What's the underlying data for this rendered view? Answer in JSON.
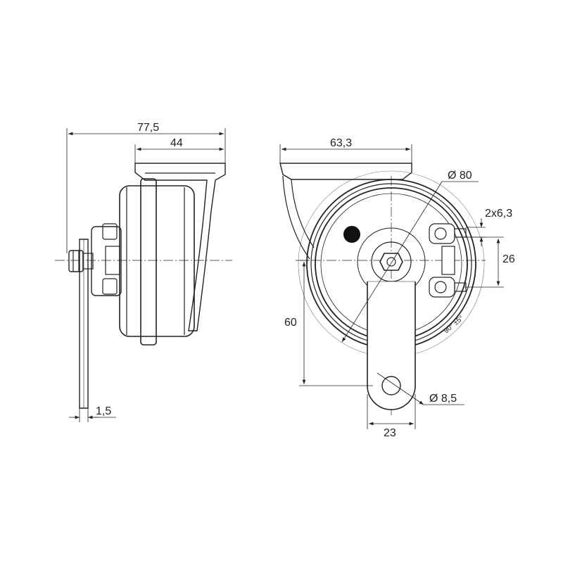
{
  "side_view": {
    "dim_overall_depth": "77,5",
    "dim_bracket_depth": "44",
    "dim_plate_thickness": "1,5"
  },
  "front_view": {
    "dim_bracket_width": "63,3",
    "dim_diameter": "Ø 80",
    "dim_terminals": "2x6,3",
    "dim_terminal_spacing": "26",
    "dim_mount_height": "60",
    "dim_hole_diameter": "Ø 8,5",
    "dim_strap_width": "23",
    "angle_tolerance": "90° ±5°"
  },
  "colors": {
    "line": "#222222",
    "centerline": "#444444",
    "background": "#ffffff"
  }
}
